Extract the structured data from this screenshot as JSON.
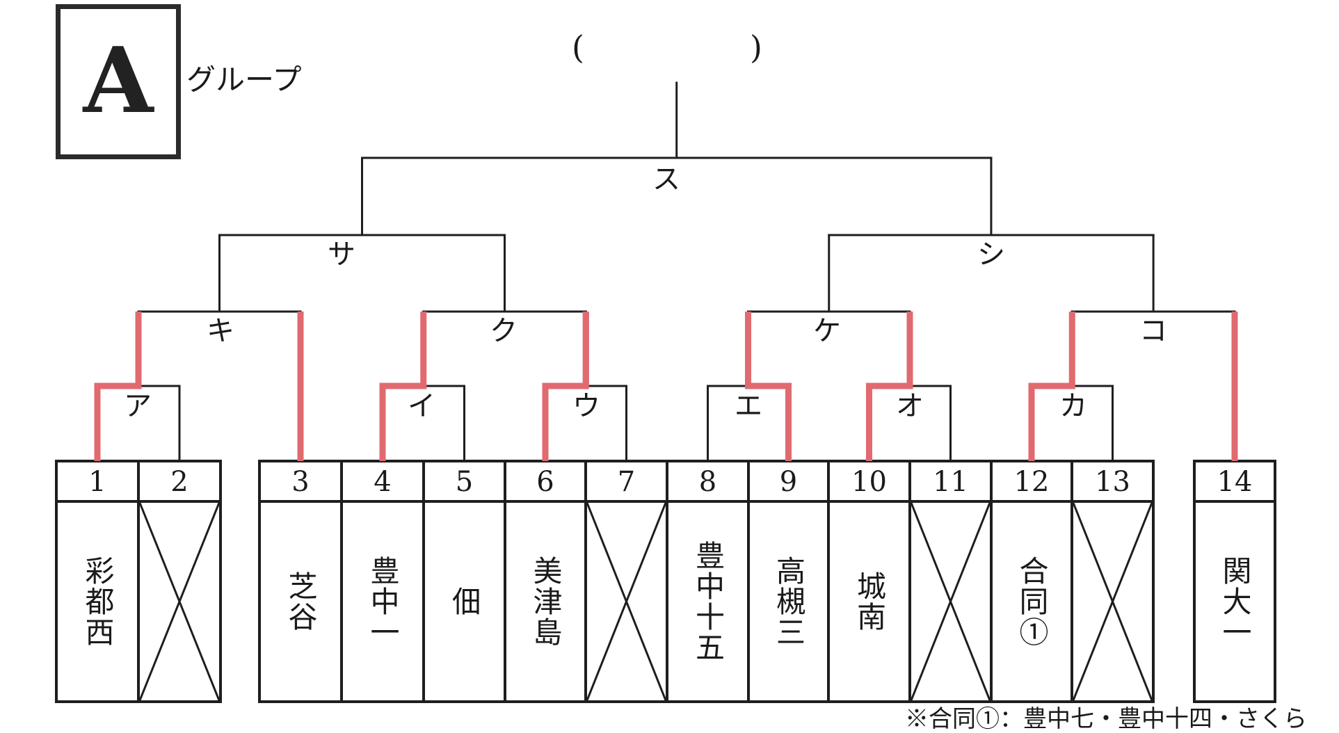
{
  "header": {
    "group_letter": "A",
    "group_suffix": "グループ",
    "final_paren_open": "(",
    "final_paren_close": ")"
  },
  "colors": {
    "line": "#1e1e1e",
    "winner_path": "#e06a70"
  },
  "matches": {
    "final": "ス",
    "semi_left": "サ",
    "semi_right": "シ",
    "r2": [
      "キ",
      "ク",
      "ケ",
      "コ"
    ],
    "r1": [
      "ア",
      "イ",
      "ウ",
      "エ",
      "オ",
      "カ"
    ]
  },
  "teams": [
    {
      "seed": "1",
      "name": "彩都西",
      "bye": false,
      "advanced_rounds": 2
    },
    {
      "seed": "2",
      "name": "",
      "bye": true,
      "advanced_rounds": 0
    },
    {
      "seed": "3",
      "name": "芝谷",
      "bye": false,
      "advanced_rounds": 1
    },
    {
      "seed": "4",
      "name": "豊中一",
      "bye": false,
      "advanced_rounds": 2
    },
    {
      "seed": "5",
      "name": "佃",
      "bye": false,
      "advanced_rounds": 0
    },
    {
      "seed": "6",
      "name": "美津島",
      "bye": false,
      "advanced_rounds": 2
    },
    {
      "seed": "7",
      "name": "",
      "bye": true,
      "advanced_rounds": 0
    },
    {
      "seed": "8",
      "name": "豊中十五",
      "bye": false,
      "advanced_rounds": 0
    },
    {
      "seed": "9",
      "name": "高槻三",
      "bye": false,
      "advanced_rounds": 2
    },
    {
      "seed": "10",
      "name": "城南",
      "bye": false,
      "advanced_rounds": 2
    },
    {
      "seed": "11",
      "name": "",
      "bye": true,
      "advanced_rounds": 0
    },
    {
      "seed": "12",
      "name": "合同①",
      "bye": false,
      "advanced_rounds": 2
    },
    {
      "seed": "13",
      "name": "",
      "bye": true,
      "advanced_rounds": 0
    },
    {
      "seed": "14",
      "name": "関大一",
      "bye": false,
      "advanced_rounds": 1
    }
  ],
  "footnote": "※合同①：豊中七・豊中十四・さくら"
}
